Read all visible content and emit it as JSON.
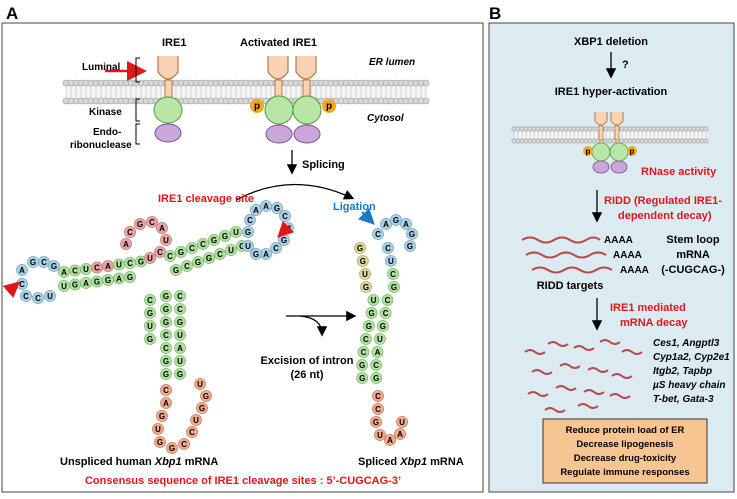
{
  "panelA": {
    "letter": "A",
    "ire1": "IRE1",
    "activated": "Activated IRE1",
    "luminal": "Luminal",
    "kinase": "Kinase",
    "endo1": "Endo-",
    "endo2": "ribonuclease",
    "er_lumen": "ER lumen",
    "cytosol": "Cytosol",
    "p": "p",
    "splicing": "Splicing",
    "cleavage": "IRE1 cleavage site",
    "ligation": "Ligation",
    "excision1": "Excision of intron",
    "excision2": "(26 nt)",
    "unspliced_prefix": "Unspliced human ",
    "gene": "Xbp1",
    "mrna": " mRNA",
    "spliced_prefix": "Spliced ",
    "consensus": "Consensus sequence of IRE1 cleavage sites : 5’-CUGCAG-3’"
  },
  "panelB": {
    "letter": "B",
    "xbp1_deletion": "XBP1 deletion",
    "question": "?",
    "hyper": "IRE1 hyper-activation",
    "rnase": "RNase activity",
    "ridd1": "RIDD (Regulated IRE1-",
    "ridd2": "dependent decay)",
    "aaaa": "AAAA",
    "stem1": "Stem loop",
    "stem2": "mRNA",
    "stem3": "(-CUGCAG-)",
    "ridd_targets": "RIDD targets",
    "decay1": "IRE1 mediated",
    "decay2": "mRNA decay",
    "genes": [
      "Ces1, Angptl3",
      "Cyp1a2, Cyp2e1",
      "Itgb2, Tapbp",
      "µS heavy chain",
      "T-bet, Gata-3"
    ],
    "outcomes": [
      "Reduce protein load of ER",
      "Decrease lipogenesis",
      "Decrease drug-toxicity",
      "Regulate immune responses"
    ]
  },
  "colors": {
    "lumenal_domain": "#f9d3b4",
    "kinase_domain": "#b9e6a7",
    "rnase_domain": "#c9a7d9",
    "phospho": "#f5a623",
    "panelB_bg": "#dcebf2",
    "outcome_box": "#f6c592",
    "accent_red": "#e0161b",
    "accent_blue": "#1a7ac8"
  },
  "rna": {
    "unspliced_loops": [
      {
        "seq": "AGCGCCCU",
        "color": "blue"
      },
      {
        "seq": "ACGCAUCU",
        "color": "red"
      },
      {
        "seq": "GCAAGCUGCAGU",
        "color": "blue"
      }
    ],
    "unspliced_stem": [
      "GCAG",
      "GCUC",
      "GGAG",
      "CUGU",
      "CACC",
      "GUCA",
      "GGGU"
    ],
    "unspliced_tail": "CAGUGGCCUGGU",
    "spliced_top": "CAGAGG",
    "spliced_stem": [
      "GCUG",
      "GUGU",
      "UCGU",
      "GGAG",
      "UCGC",
      "GCUC",
      "GGAG",
      "CUGU",
      "CAUC",
      "GCCA",
      "GGGU"
    ],
    "spliced_tail": "CCGUAAU"
  }
}
